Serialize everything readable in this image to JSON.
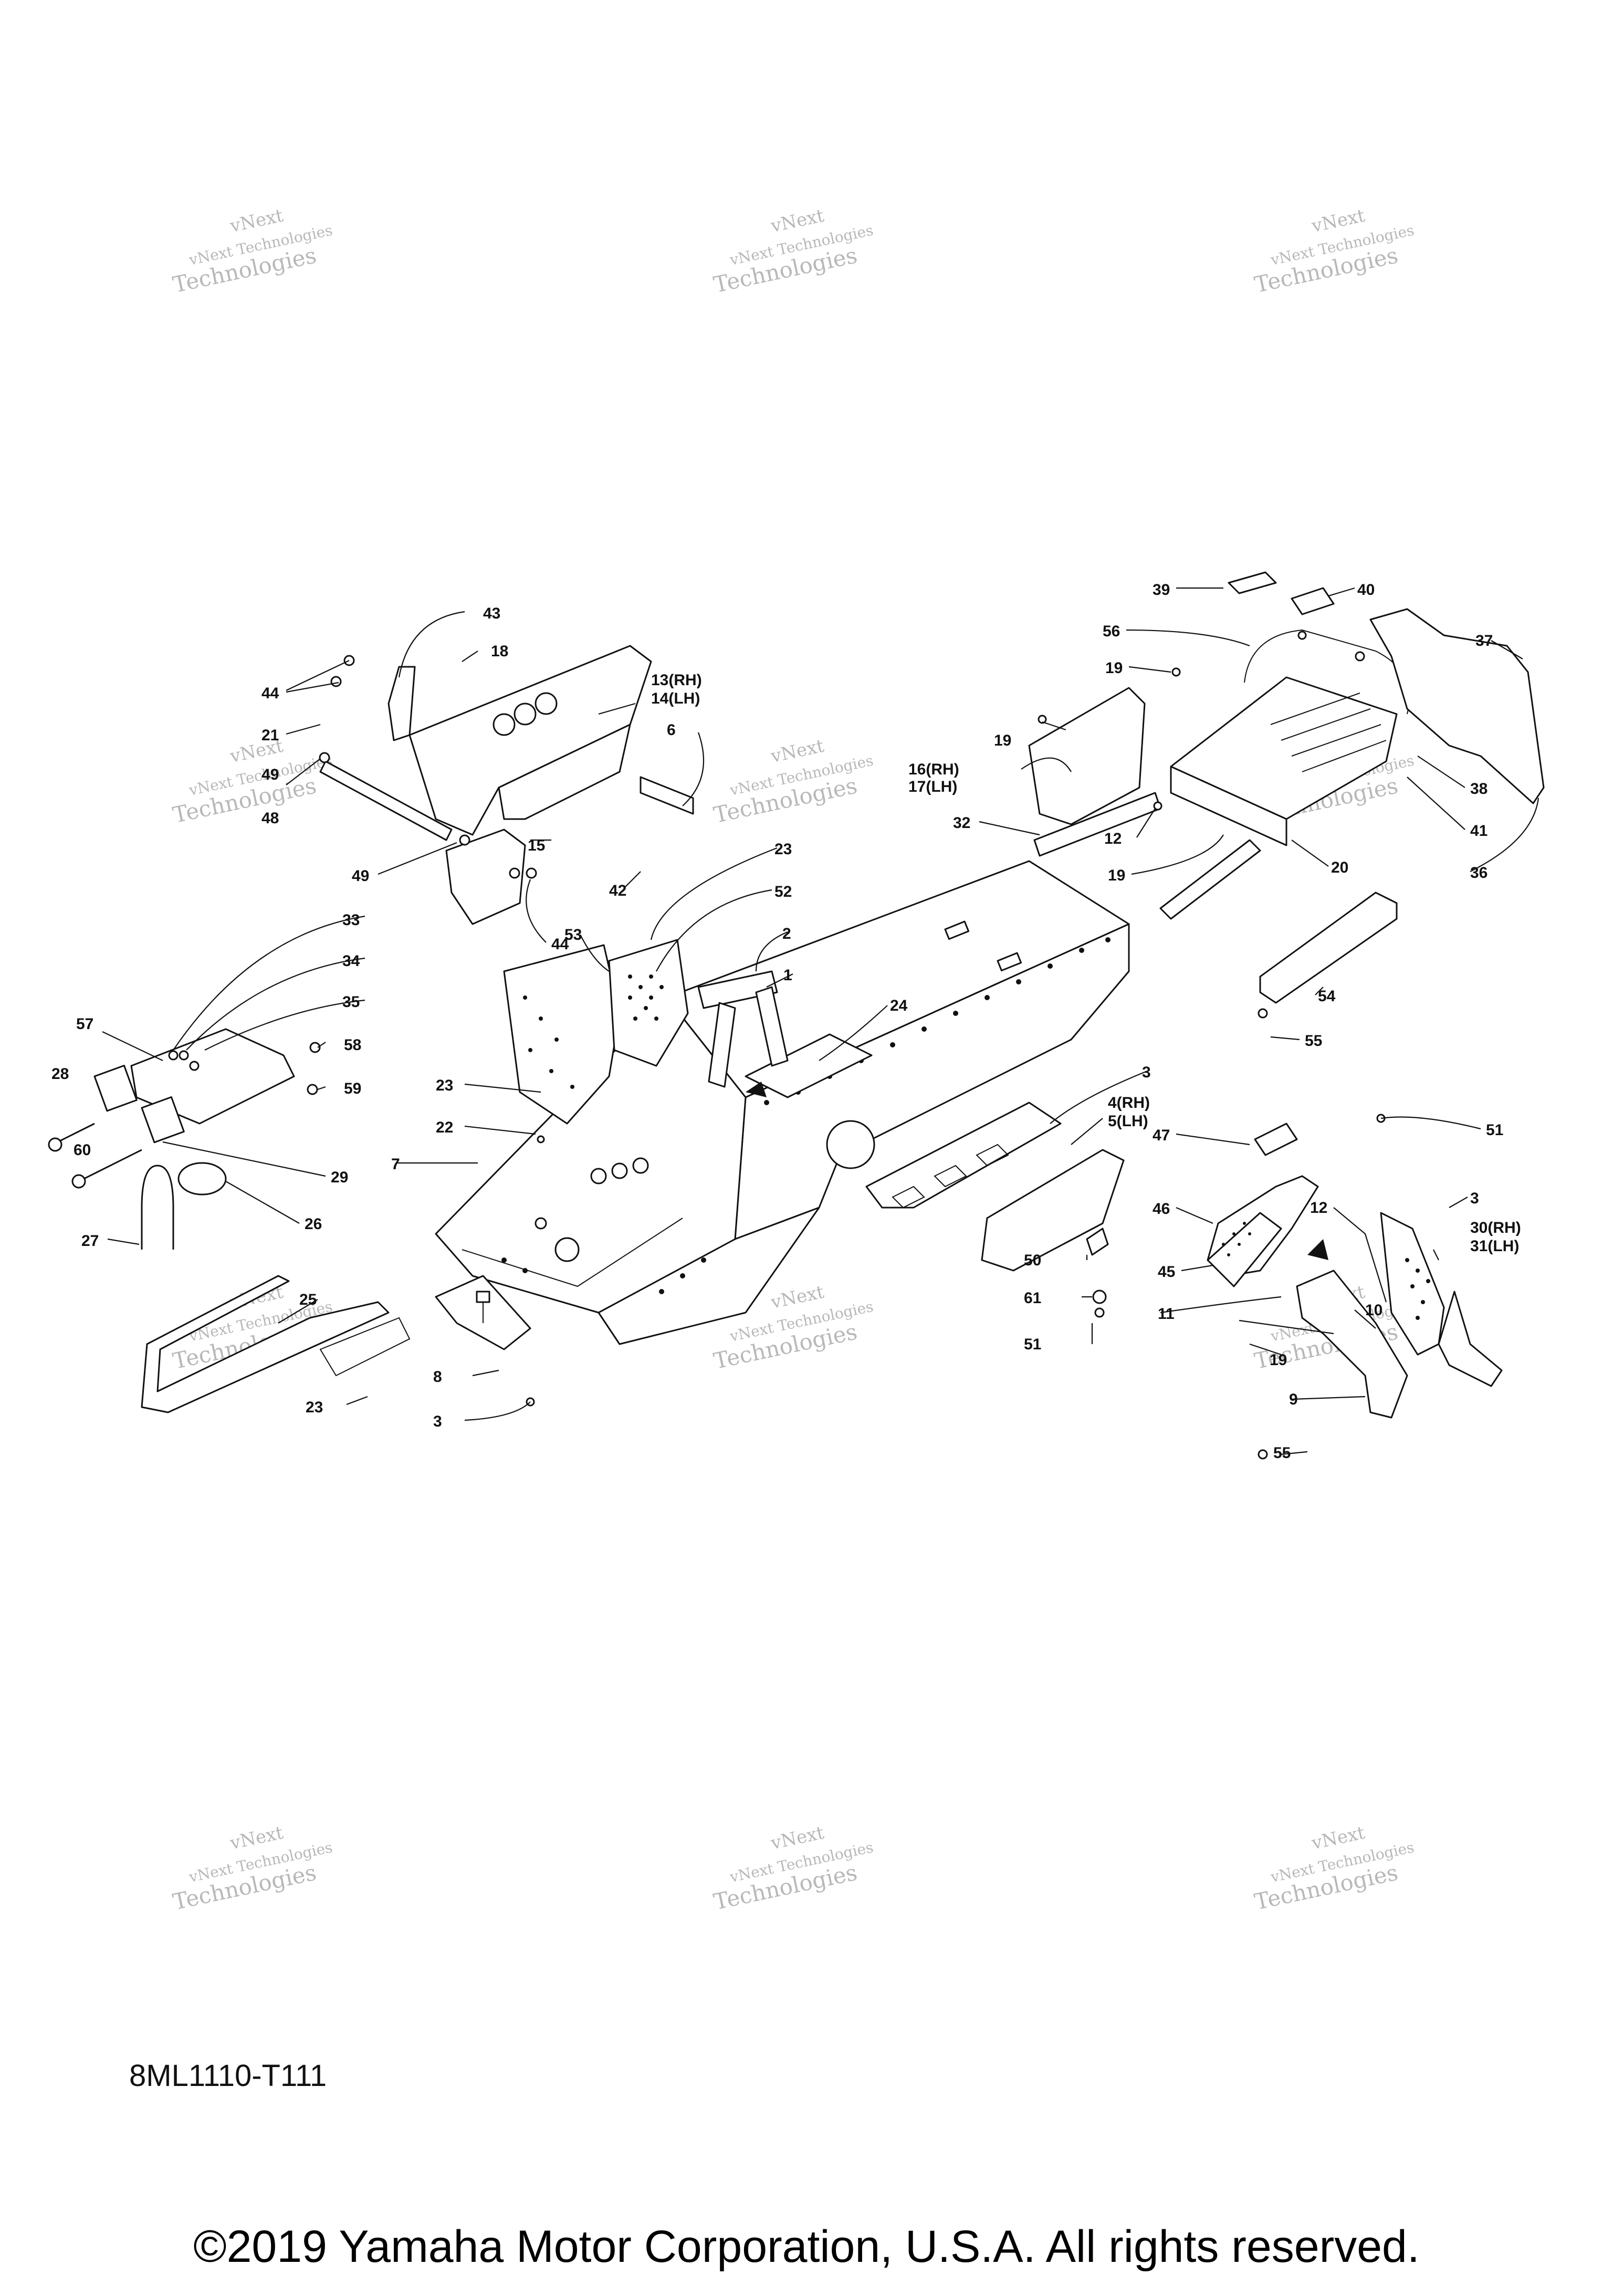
{
  "watermark": {
    "line1": "vNext",
    "line2": "vNext Technologies",
    "line3": "Technologies"
  },
  "callouts": [
    {
      "id": "43",
      "text": "43"
    },
    {
      "id": "18",
      "text": "18"
    },
    {
      "id": "44a",
      "text": "44"
    },
    {
      "id": "21",
      "text": "21"
    },
    {
      "id": "13",
      "text": "13(RH)"
    },
    {
      "id": "14",
      "text": "14(LH)"
    },
    {
      "id": "6",
      "text": "6"
    },
    {
      "id": "49a",
      "text": "49"
    },
    {
      "id": "48",
      "text": "48"
    },
    {
      "id": "15",
      "text": "15"
    },
    {
      "id": "49b",
      "text": "49"
    },
    {
      "id": "42",
      "text": "42"
    },
    {
      "id": "44b",
      "text": "44"
    },
    {
      "id": "33",
      "text": "33"
    },
    {
      "id": "34",
      "text": "34"
    },
    {
      "id": "35",
      "text": "35"
    },
    {
      "id": "57",
      "text": "57"
    },
    {
      "id": "58",
      "text": "58"
    },
    {
      "id": "28",
      "text": "28"
    },
    {
      "id": "59",
      "text": "59"
    },
    {
      "id": "60",
      "text": "60"
    },
    {
      "id": "29",
      "text": "29"
    },
    {
      "id": "27",
      "text": "27"
    },
    {
      "id": "26",
      "text": "26"
    },
    {
      "id": "25",
      "text": "25"
    },
    {
      "id": "23a",
      "text": "23"
    },
    {
      "id": "23b",
      "text": "23"
    },
    {
      "id": "23c",
      "text": "23"
    },
    {
      "id": "52",
      "text": "52"
    },
    {
      "id": "53",
      "text": "53"
    },
    {
      "id": "2",
      "text": "2"
    },
    {
      "id": "1",
      "text": "1"
    },
    {
      "id": "24",
      "text": "24"
    },
    {
      "id": "22",
      "text": "22"
    },
    {
      "id": "7",
      "text": "7"
    },
    {
      "id": "8",
      "text": "8"
    },
    {
      "id": "3a",
      "text": "3"
    },
    {
      "id": "3b",
      "text": "3"
    },
    {
      "id": "3c",
      "text": "3"
    },
    {
      "id": "4",
      "text": "4(RH)"
    },
    {
      "id": "5",
      "text": "5(LH)"
    },
    {
      "id": "39",
      "text": "39"
    },
    {
      "id": "40",
      "text": "40"
    },
    {
      "id": "37",
      "text": "37"
    },
    {
      "id": "56",
      "text": "56"
    },
    {
      "id": "19a",
      "text": "19"
    },
    {
      "id": "19b",
      "text": "19"
    },
    {
      "id": "19c",
      "text": "19"
    },
    {
      "id": "19d",
      "text": "19"
    },
    {
      "id": "16",
      "text": "16(RH)"
    },
    {
      "id": "17",
      "text": "17(LH)"
    },
    {
      "id": "32",
      "text": "32"
    },
    {
      "id": "12a",
      "text": "12"
    },
    {
      "id": "12b",
      "text": "12"
    },
    {
      "id": "20",
      "text": "20"
    },
    {
      "id": "38",
      "text": "38"
    },
    {
      "id": "41",
      "text": "41"
    },
    {
      "id": "36",
      "text": "36"
    },
    {
      "id": "54",
      "text": "54"
    },
    {
      "id": "55a",
      "text": "55"
    },
    {
      "id": "55b",
      "text": "55"
    },
    {
      "id": "51a",
      "text": "51"
    },
    {
      "id": "51b",
      "text": "51"
    },
    {
      "id": "47",
      "text": "47"
    },
    {
      "id": "46",
      "text": "46"
    },
    {
      "id": "45",
      "text": "45"
    },
    {
      "id": "50",
      "text": "50"
    },
    {
      "id": "61",
      "text": "61"
    },
    {
      "id": "30",
      "text": "30(RH)"
    },
    {
      "id": "31",
      "text": "31(LH)"
    },
    {
      "id": "11",
      "text": "11"
    },
    {
      "id": "10",
      "text": "10"
    },
    {
      "id": "9",
      "text": "9"
    }
  ],
  "doc_code": "8ML1110-T111",
  "copyright": "©2019 Yamaha Motor Corporation, U.S.A. All rights reserved."
}
